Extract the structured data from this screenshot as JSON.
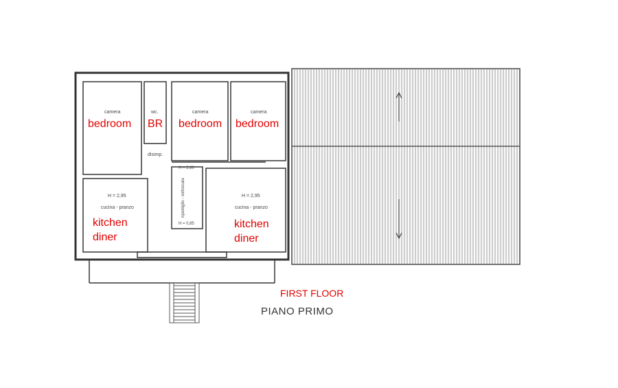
{
  "plan": {
    "title": "PIANO PRIMO",
    "title_translation": "FIRST FLOOR",
    "rooms": [
      {
        "orig": "camera",
        "label": "bedroom"
      },
      {
        "orig": "wc.",
        "label": "BR"
      },
      {
        "orig": "camera",
        "label": "bedroom"
      },
      {
        "orig": "camera",
        "label": "bedroom"
      },
      {
        "orig": "cucina - pranzo",
        "label": "kitchen diner",
        "height": "H = 2,95"
      },
      {
        "orig": "cucina - pranzo",
        "label": "kitchen diner",
        "height": "H = 2,95"
      }
    ],
    "hall": "disimp.",
    "storage": "ripostiglio - sottoscala",
    "storage_h_top": "H = 2,60",
    "storage_h_bottom": "H = 0,85"
  }
}
